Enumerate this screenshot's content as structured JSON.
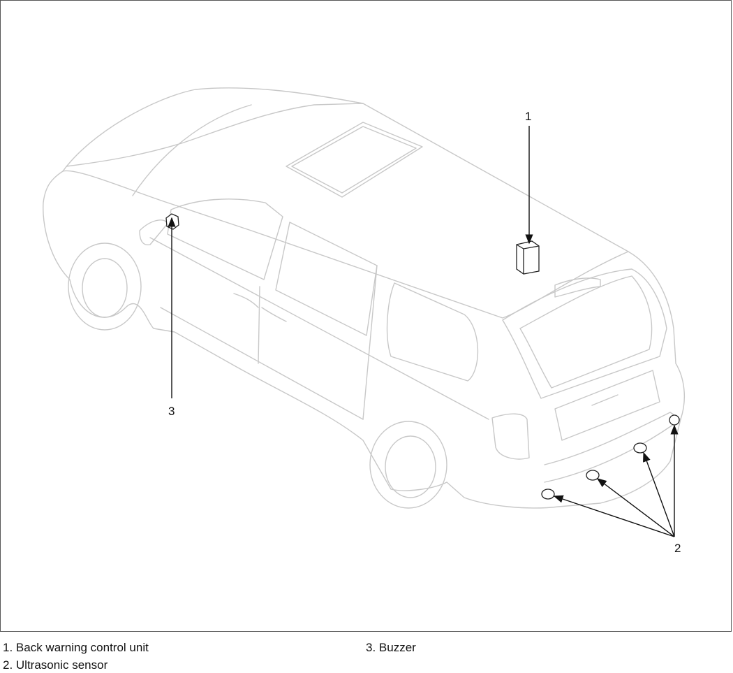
{
  "diagram": {
    "callouts": {
      "c1": "1",
      "c2": "2",
      "c3": "3"
    }
  },
  "legend": {
    "item1": "1. Back warning control unit",
    "item2": "2. Ultrasonic sensor",
    "item3": "3. Buzzer"
  }
}
